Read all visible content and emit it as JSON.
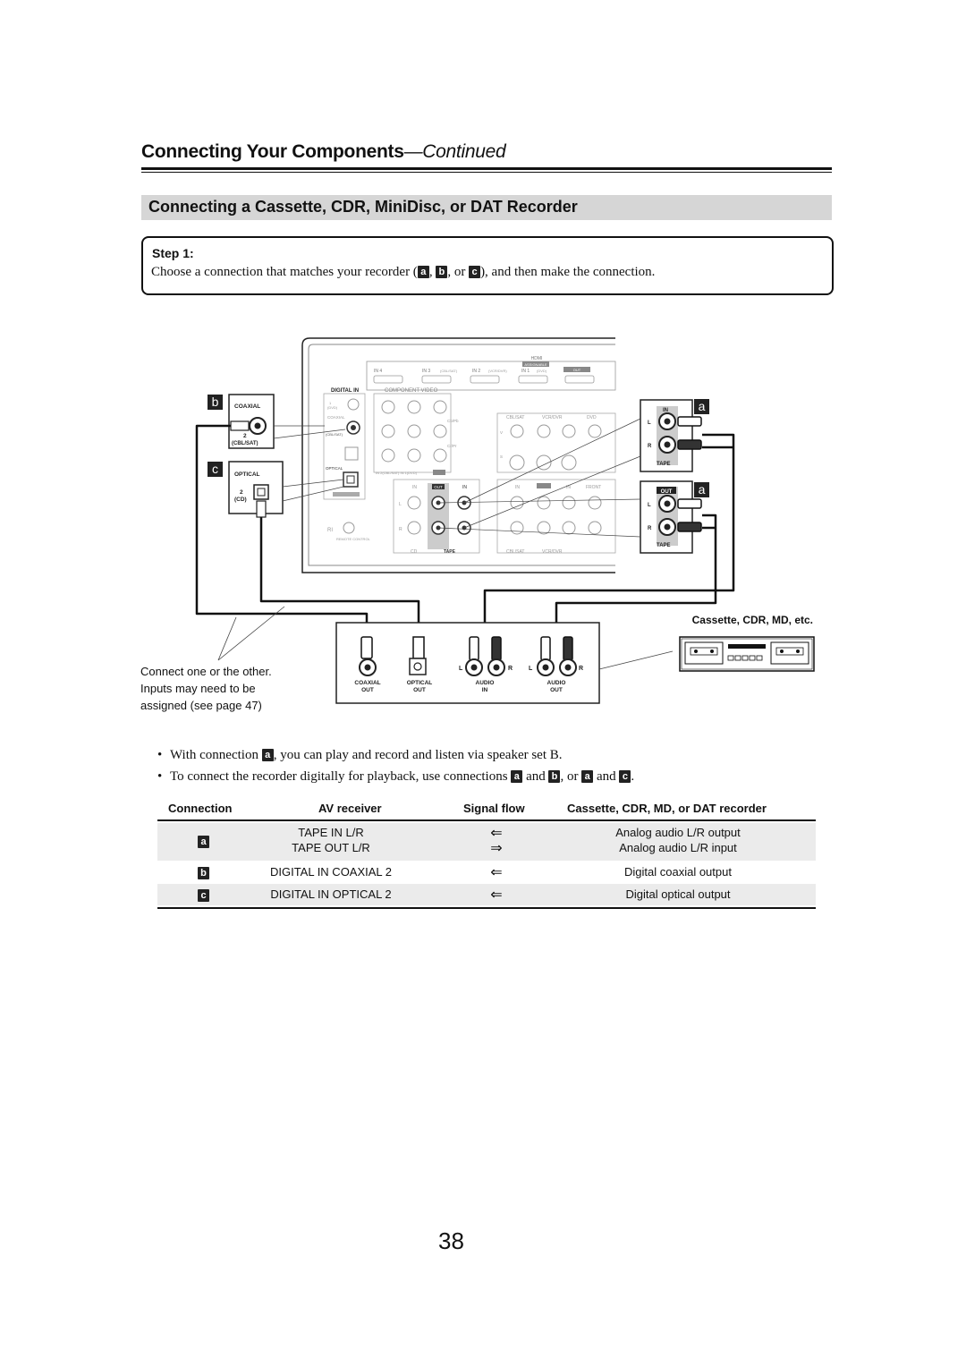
{
  "header": {
    "title": "Connecting Your Components",
    "continued": "—Continued"
  },
  "section": {
    "title": "Connecting a Cassette, CDR, MiniDisc, or DAT Recorder"
  },
  "step": {
    "label": "Step 1:",
    "text_before": "Choose a connection that matches your recorder (",
    "tag_a": "a",
    "sep1": ", ",
    "tag_b": "b",
    "sep2": ", or ",
    "tag_c": "c",
    "text_after": "), and then make the connection."
  },
  "diagram": {
    "hdmi": {
      "title": "HDMI",
      "assignable": "ASSIGNABLE",
      "in4": "IN 4",
      "in3": "IN 3",
      "in3_sub": "(CBL/SAT)",
      "in2": "IN 2",
      "in2_sub": "(VCR/DVR)",
      "in1": "IN 1",
      "in1_sub": "(DVD)",
      "out": "OUT"
    },
    "receiver_labels": {
      "digital_in": "DIGITAL IN",
      "coaxial": "COAXIAL",
      "optical": "OPTICAL",
      "cbl_sat": "(CBL/SAT)",
      "dvd": "(DVD)",
      "cd": "(CD)",
      "component_video": "COMPONENT VIDEO",
      "cb_pb": "Cb/Pb",
      "cr_pr": "Cr/Pr",
      "y": "Y",
      "in_row": "IN 2(CBL/SAT)  IN 1(DVD)",
      "out": "OUT",
      "in": "IN",
      "tape": "TAPE",
      "cd_label": "CD",
      "cbl_sat_label": "CBL/SAT",
      "vcr_dvr": "VCR/DVR",
      "dvd_label": "DVD",
      "front": "FRONT",
      "remote_control": "REMOTE CONTROL",
      "ri": "RI",
      "l": "L",
      "r": "R",
      "s": "S",
      "v": "V"
    },
    "callouts": {
      "b": "b",
      "c": "c",
      "a_top": "a",
      "a_bottom": "a",
      "coaxial": "COAXIAL",
      "coaxial_2": "2",
      "coaxial_sub": "(CBL/SAT)",
      "optical": "OPTICAL",
      "optical_2": "2",
      "optical_sub": "(CD)",
      "tape_in": "IN",
      "tape_out": "OUT",
      "l": "L",
      "r": "R",
      "tape": "TAPE"
    },
    "recorder": {
      "title": "Cassette, CDR, MD, etc.",
      "coaxial_out_1": "COAXIAL",
      "coaxial_out_2": "OUT",
      "optical_out_1": "OPTICAL",
      "optical_out_2": "OUT",
      "audio_in_1": "AUDIO",
      "audio_in_2": "IN",
      "audio_out_1": "AUDIO",
      "audio_out_2": "OUT",
      "l": "L",
      "r": "R"
    },
    "note": {
      "line1": "Connect one or the other.",
      "line2": "Inputs may need to be",
      "line3": "assigned (see page 47)"
    }
  },
  "notes": {
    "n1_before": "With connection ",
    "n1_tag": "a",
    "n1_after": ", you can play and record and listen via speaker set B.",
    "n2_before": "To connect the recorder digitally for playback, use connections ",
    "n2_tag1": "a",
    "n2_and1": " and ",
    "n2_tag2": "b",
    "n2_or": ", or ",
    "n2_tag3": "a",
    "n2_and2": " and ",
    "n2_tag4": "c",
    "n2_end": "."
  },
  "table": {
    "headers": [
      "Connection",
      "AV receiver",
      "Signal flow",
      "Cassette, CDR, MD, or DAT recorder"
    ],
    "rows": [
      {
        "conn": "a",
        "av1": "TAPE IN L/R",
        "flow1": "⇐",
        "rec1": "Analog audio L/R output",
        "av2": "TAPE OUT L/R",
        "flow2": "⇒",
        "rec2": "Analog audio L/R input"
      },
      {
        "conn": "b",
        "av1": "DIGITAL IN COAXIAL 2",
        "flow1": "⇐",
        "rec1": "Digital coaxial output"
      },
      {
        "conn": "c",
        "av1": "DIGITAL IN OPTICAL 2",
        "flow1": "⇐",
        "rec1": "Digital optical output"
      }
    ]
  },
  "page_number": "38"
}
